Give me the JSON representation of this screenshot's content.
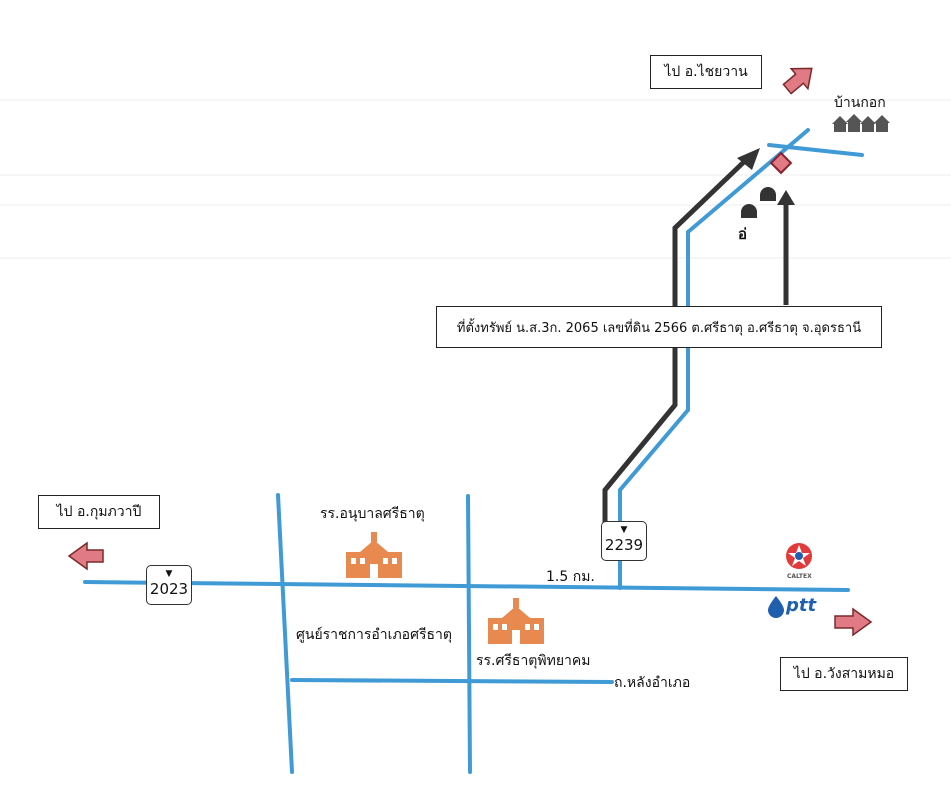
{
  "directions": {
    "chaiwan": "ไป อ.ไชยวาน",
    "kumphawapi": "ไป อ.กุมภวาปี",
    "wangsammo": "ไป อ.วังสามหมอ"
  },
  "places": {
    "ban_kok": "บ้านกอก",
    "anuban_school": "รร.อนุบาลศรีธาตุ",
    "district_center": "ศูนย์ราชการอำเภอศรีธาตุ",
    "srithat_school": "รร.ศรีธาตุพิทยาคม",
    "back_road": "ถ.หลังอำเภอ",
    "distance": "1.5 กม.",
    "property": "ที่ตั้งทรัพย์ น.ส.3ก. 2065 เลขที่ดิน 2566 ต.ศรีธาตุ อ.ศรีธาตุ จ.อุดรธานี",
    "roadside_mark": "อ่"
  },
  "routes": {
    "r2023": "2023",
    "r2239": "2239"
  },
  "brands": {
    "caltex": "CALTEX",
    "ptt": "ptt"
  },
  "colors": {
    "road": "#3f9ad6",
    "route_line": "#333333",
    "arrow_fill": "#e07a84",
    "arrow_stroke": "#7a2a2a",
    "school": "#e8894f",
    "ptt": "#1f5fae",
    "caltex_red": "#e23a3a"
  }
}
